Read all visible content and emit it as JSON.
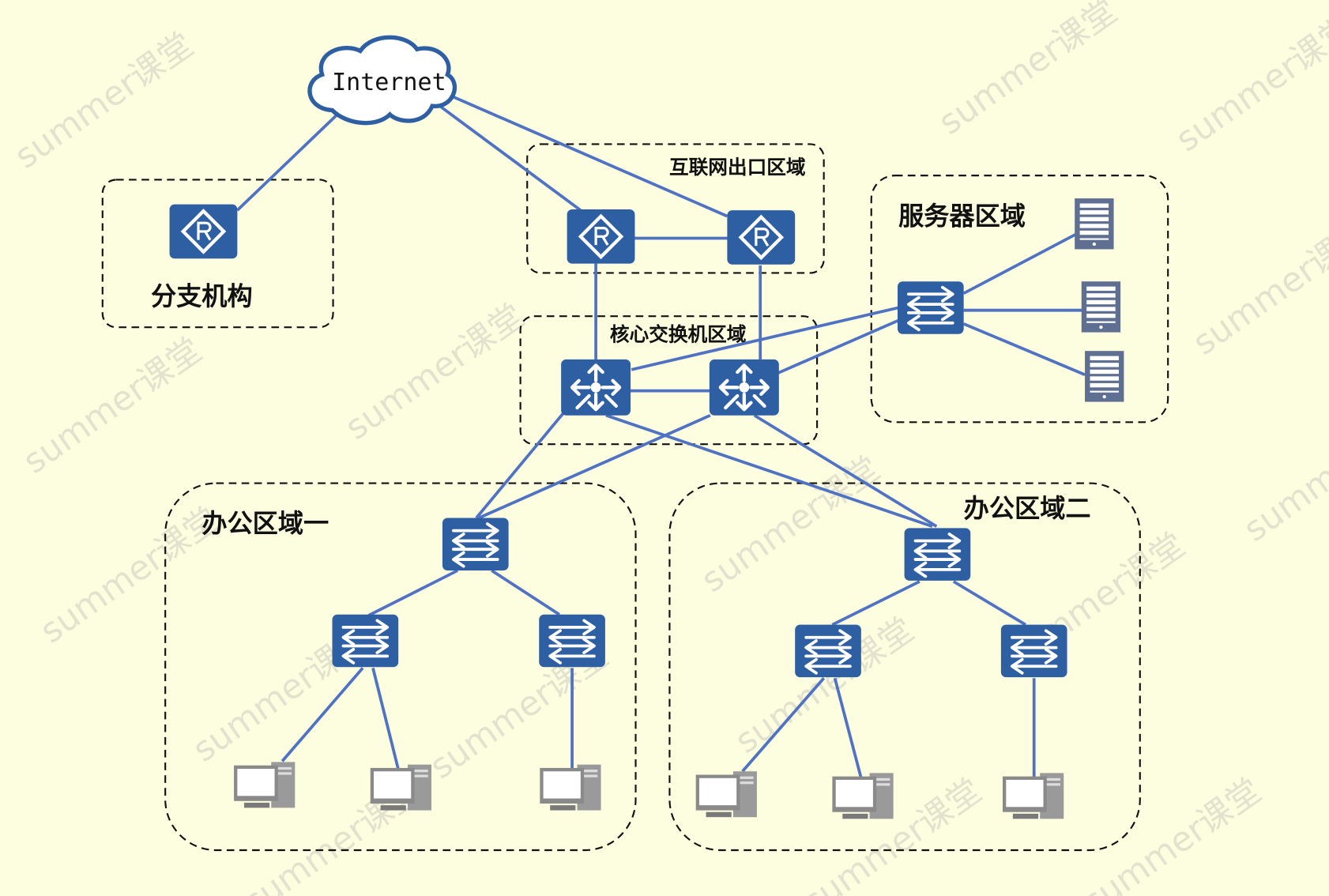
{
  "diagram": {
    "internet_label": "Internet",
    "zones": {
      "branch": "分支机构",
      "internet_exit": "互联网出口区域",
      "core": "核心交换机区域",
      "server": "服务器区域",
      "office_one": "办公区域一",
      "office_two": "办公区域二"
    },
    "watermark": "summer课堂",
    "colors": {
      "device": "#2e5fa3",
      "link": "#4f73c2",
      "server": "#5e6f92",
      "pc": "#8a8a8a",
      "background": "#fdfde0"
    }
  }
}
